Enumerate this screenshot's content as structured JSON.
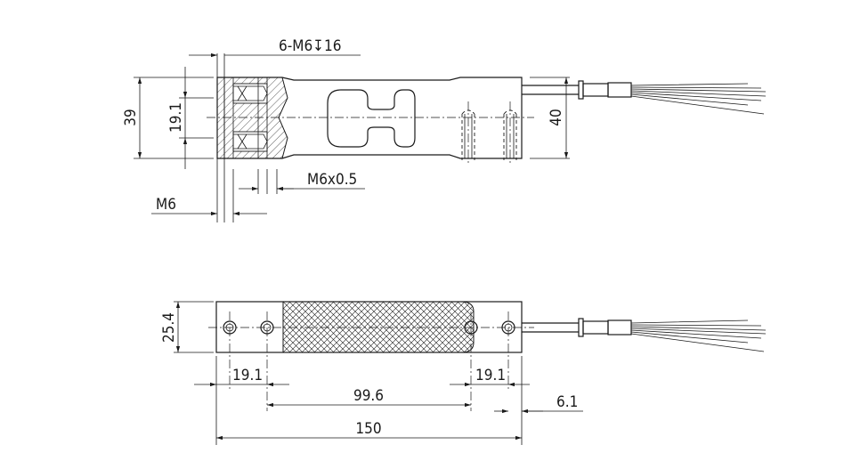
{
  "front_view": {
    "thread_note": "6-M6↧16",
    "height_left": "39",
    "hole_spacing": "19.1",
    "height_right": "40",
    "side_thread": "M6x0.5",
    "thread": "M6"
  },
  "top_view": {
    "width": "25.4",
    "hole_pitch_left": "19.1",
    "bore_span": "99.6",
    "hole_pitch_right": "19.1",
    "end_offset": "6.1",
    "overall_length": "150"
  }
}
